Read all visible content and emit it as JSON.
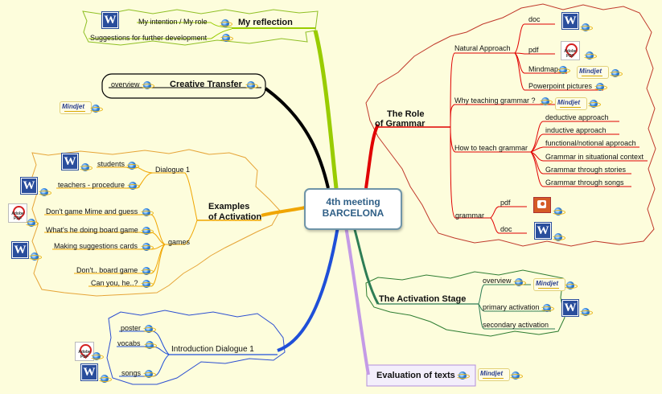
{
  "center": {
    "line1": "4th meeting",
    "line2": "BARCELONA"
  },
  "reflection": {
    "title": "My reflection",
    "items": [
      "My intention / My role",
      "Suggestions for further development"
    ]
  },
  "creative": {
    "title": "Creative Transfer",
    "items": [
      "overview"
    ]
  },
  "examples": {
    "title_line1": "Examples",
    "title_line2": "of Activation",
    "dialogue": {
      "label": "Dialogue 1",
      "items": [
        "students",
        "teachers - procedure"
      ]
    },
    "games": {
      "label": "games",
      "items": [
        "Don't game Mime and guess",
        "What's he doing board game",
        "Making suggestions cards",
        "Don't.. board game",
        "Can you, he..?"
      ]
    }
  },
  "intro": {
    "title": "Introduction Dialogue 1",
    "items": [
      "poster",
      "vocabs",
      "songs"
    ]
  },
  "grammar": {
    "title_line1": "The Role",
    "title_line2": "of Grammar",
    "natural": {
      "label": "Natural Approach",
      "items": [
        "doc",
        "pdf",
        "Mindmap",
        "Powerpoint pictures"
      ]
    },
    "why": {
      "label": "Why teaching grammar ?"
    },
    "how": {
      "label": "How to teach grammar",
      "items": [
        "deductive approach",
        "inductive approach",
        "functional/notional approach",
        "Grammar in situational context",
        "Grammar through stories",
        "Grammar through songs"
      ]
    },
    "grammar_sub": {
      "label": "grammar",
      "items": [
        "pdf",
        "doc"
      ]
    }
  },
  "activation": {
    "title": "The Activation Stage",
    "items": [
      "overview",
      "primary activation",
      "secondary activation"
    ]
  },
  "evaluation": {
    "title": "Evaluation of texts"
  },
  "icons": {
    "word": "word-doc-icon",
    "pdf": "adobe-pdf-icon",
    "ppt": "powerpoint-icon",
    "mindjet": "mindjet-icon",
    "ie": "ie-link-icon",
    "pdf_caption": "Adobe PDF",
    "mindjet_caption": "Mindjet"
  },
  "colors": {
    "green": "#99cc00",
    "black": "#000000",
    "orange": "#f0a500",
    "blue": "#1f4fd8",
    "red": "#e00000",
    "teal": "#2e7d55",
    "purple": "#c49ae6",
    "grammar_cloud": "#c0392b"
  }
}
